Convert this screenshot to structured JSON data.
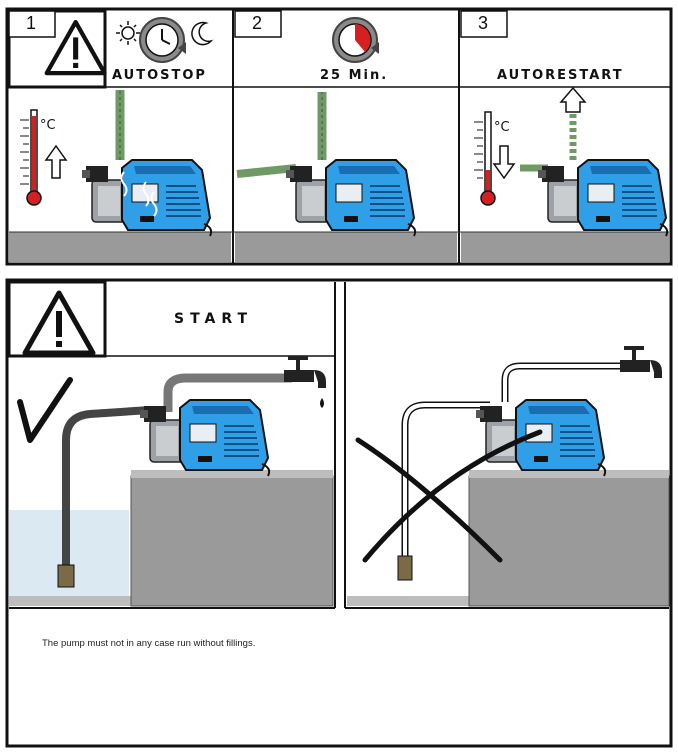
{
  "steps": [
    {
      "number": "1",
      "label": "AUTOSTOP"
    },
    {
      "number": "2",
      "label": "25 Min."
    },
    {
      "number": "3",
      "label": "AUTORESTART"
    }
  ],
  "thermometer_unit": "°C",
  "start_label": "START",
  "caption": "The pump must not in any case run without fillings.",
  "icons": [
    "warning-icon",
    "sun-icon",
    "clock-icon",
    "moon-icon",
    "timer-icon",
    "thermometer-icon",
    "faucet-icon",
    "checkmark-icon",
    "cross-icon"
  ],
  "colors": {
    "pump_blue": "#2f9fe8",
    "warning_red": "#d42020",
    "water": "#dbe9f3",
    "hose": "#6f9a66"
  }
}
